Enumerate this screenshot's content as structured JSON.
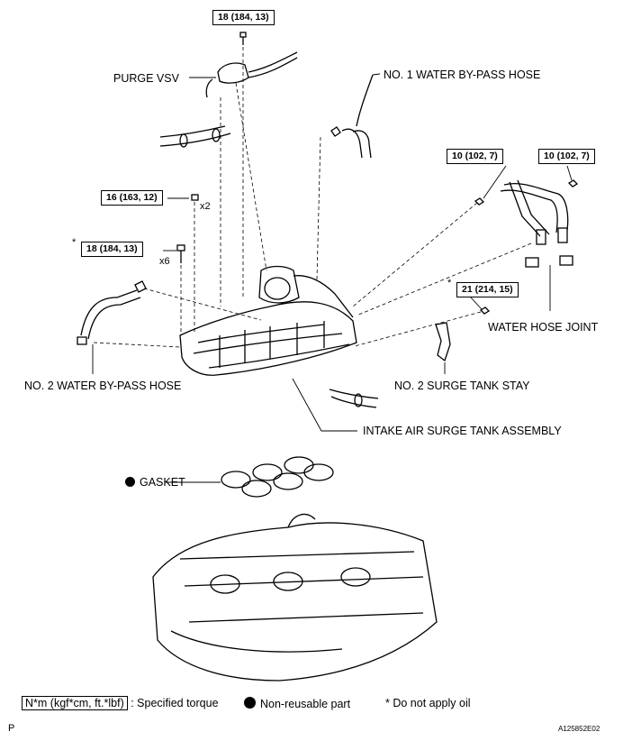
{
  "labels": {
    "purge_vsv": "PURGE VSV",
    "water_bypass_1": "NO. 1 WATER BY-PASS HOSE",
    "water_bypass_2": "NO. 2 WATER BY-PASS HOSE",
    "water_hose_joint": "WATER HOSE JOINT",
    "surge_tank_stay": "NO. 2 SURGE TANK STAY",
    "surge_tank_assembly": "INTAKE AIR SURGE TANK ASSEMBLY",
    "gasket": "GASKET"
  },
  "torque": {
    "top": "18 (184, 13)",
    "left_upper": "16 (163, 12)",
    "left_lower": "18 (184, 13)",
    "right_a": "10 (102, 7)",
    "right_b": "10 (102, 7)",
    "stay": "21 (214, 15)"
  },
  "qty": {
    "x2": "x2",
    "x6": "x6"
  },
  "star": "*",
  "legend": {
    "torque_box": "N*m (kgf*cm, ft.*lbf)",
    "torque_text": ": Specified torque",
    "nonreusable": "Non-reusable part",
    "no_oil": "* Do not apply oil"
  },
  "corner": {
    "left": "P",
    "right": "A125852E02"
  }
}
